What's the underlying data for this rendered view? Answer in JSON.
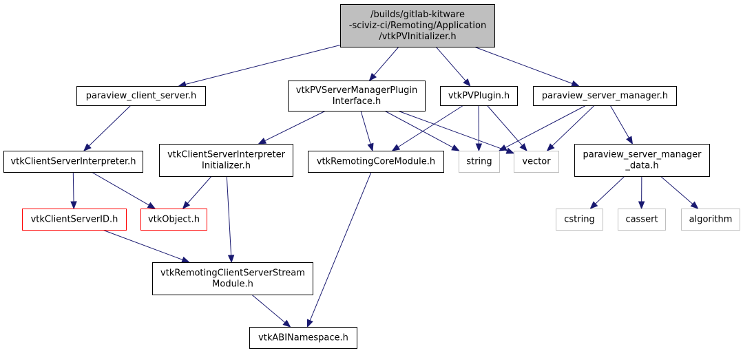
{
  "nodes": [
    {
      "id": "root",
      "lines": [
        "/builds/gitlab-kitware",
        "-sciviz-ci/Remoting/Application",
        "/vtkPVInitializer.h"
      ],
      "kind": "root",
      "interactable": false
    },
    {
      "id": "paraview_client_server",
      "lines": [
        "paraview_client_server.h"
      ],
      "kind": "normal",
      "interactable": true
    },
    {
      "id": "vtkPVServerManagerPluginInterface",
      "lines": [
        "vtkPVServerManagerPlugin",
        "Interface.h"
      ],
      "kind": "normal",
      "interactable": true
    },
    {
      "id": "vtkPVPlugin",
      "lines": [
        "vtkPVPlugin.h"
      ],
      "kind": "normal",
      "interactable": true
    },
    {
      "id": "paraview_server_manager",
      "lines": [
        "paraview_server_manager.h"
      ],
      "kind": "normal",
      "interactable": true
    },
    {
      "id": "vtkClientServerInterpreter",
      "lines": [
        "vtkClientServerInterpreter.h"
      ],
      "kind": "normal",
      "interactable": true
    },
    {
      "id": "vtkClientServerInterpreterInitializer",
      "lines": [
        "vtkClientServerInterpreter",
        "Initializer.h"
      ],
      "kind": "normal",
      "interactable": true
    },
    {
      "id": "vtkRemotingCoreModule",
      "lines": [
        "vtkRemotingCoreModule.h"
      ],
      "kind": "normal",
      "interactable": true
    },
    {
      "id": "string",
      "lines": [
        "string"
      ],
      "kind": "external",
      "interactable": false
    },
    {
      "id": "vector",
      "lines": [
        "vector"
      ],
      "kind": "external",
      "interactable": false
    },
    {
      "id": "paraview_server_manager_data",
      "lines": [
        "paraview_server_manager",
        "_data.h"
      ],
      "kind": "normal",
      "interactable": true
    },
    {
      "id": "vtkClientServerID",
      "lines": [
        "vtkClientServerID.h"
      ],
      "kind": "truncated",
      "interactable": true
    },
    {
      "id": "vtkObject",
      "lines": [
        "vtkObject.h"
      ],
      "kind": "truncated",
      "interactable": true
    },
    {
      "id": "cstring",
      "lines": [
        "cstring"
      ],
      "kind": "external",
      "interactable": false
    },
    {
      "id": "cassert",
      "lines": [
        "cassert"
      ],
      "kind": "external",
      "interactable": false
    },
    {
      "id": "algorithm",
      "lines": [
        "algorithm"
      ],
      "kind": "external",
      "interactable": false
    },
    {
      "id": "vtkRemotingClientServerStreamModule",
      "lines": [
        "vtkRemotingClientServerStream",
        "Module.h"
      ],
      "kind": "normal",
      "interactable": true
    },
    {
      "id": "vtkABINamespace",
      "lines": [
        "vtkABINamespace.h"
      ],
      "kind": "normal",
      "interactable": true
    }
  ],
  "edges": [
    [
      "root",
      "paraview_client_server"
    ],
    [
      "root",
      "vtkPVServerManagerPluginInterface"
    ],
    [
      "root",
      "vtkPVPlugin"
    ],
    [
      "root",
      "paraview_server_manager"
    ],
    [
      "paraview_client_server",
      "vtkClientServerInterpreter"
    ],
    [
      "vtkClientServerInterpreter",
      "vtkClientServerID"
    ],
    [
      "vtkClientServerInterpreter",
      "vtkObject"
    ],
    [
      "vtkPVServerManagerPluginInterface",
      "vtkClientServerInterpreterInitializer"
    ],
    [
      "vtkPVServerManagerPluginInterface",
      "vtkRemotingCoreModule"
    ],
    [
      "vtkPVServerManagerPluginInterface",
      "string"
    ],
    [
      "vtkPVServerManagerPluginInterface",
      "vector"
    ],
    [
      "vtkClientServerInterpreterInitializer",
      "vtkObject"
    ],
    [
      "vtkClientServerInterpreterInitializer",
      "vtkRemotingClientServerStreamModule"
    ],
    [
      "vtkPVPlugin",
      "vtkRemotingCoreModule"
    ],
    [
      "vtkPVPlugin",
      "string"
    ],
    [
      "vtkPVPlugin",
      "vector"
    ],
    [
      "paraview_server_manager",
      "string"
    ],
    [
      "paraview_server_manager",
      "vector"
    ],
    [
      "paraview_server_manager",
      "paraview_server_manager_data"
    ],
    [
      "paraview_server_manager_data",
      "cstring"
    ],
    [
      "paraview_server_manager_data",
      "cassert"
    ],
    [
      "paraview_server_manager_data",
      "algorithm"
    ],
    [
      "vtkClientServerID",
      "vtkRemotingClientServerStreamModule"
    ],
    [
      "vtkRemotingClientServerStreamModule",
      "vtkABINamespace"
    ],
    [
      "vtkRemotingCoreModule",
      "vtkABINamespace"
    ]
  ],
  "colors": {
    "edge": "#191970",
    "root_fill": "#bfbfbf",
    "normal_border": "#000000",
    "truncated_border": "#ff0000",
    "external_border": "#bfbfbf",
    "text": "#000000"
  }
}
